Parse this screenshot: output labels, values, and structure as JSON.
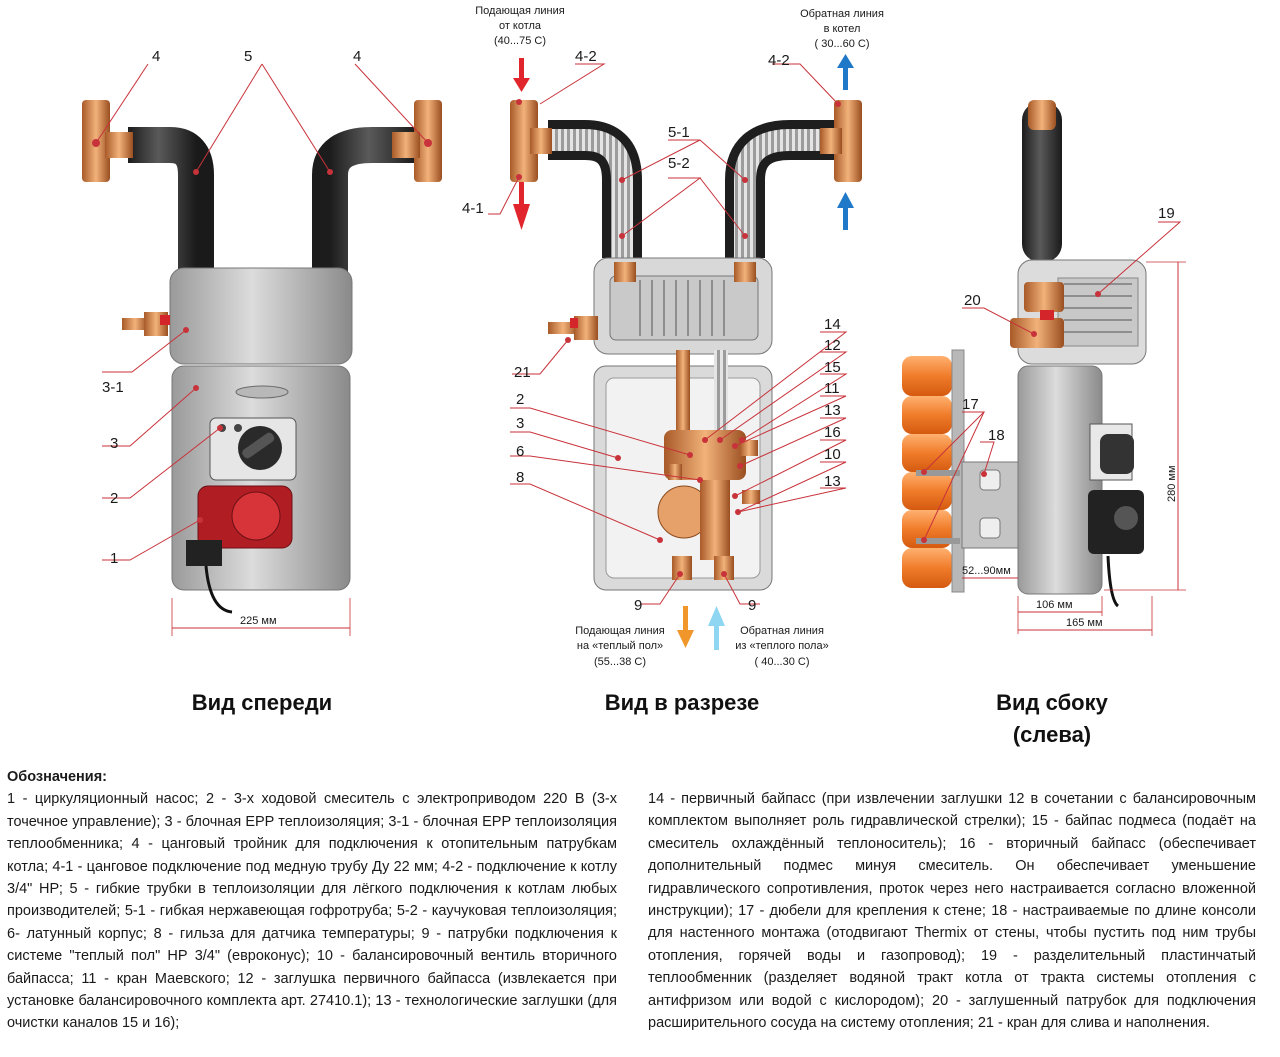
{
  "views": {
    "front": "Вид спереди",
    "section": "Вид в разрезе",
    "side_line1": "Вид сбоку",
    "side_line2": "(слева)"
  },
  "flow": {
    "supply_from_boiler": [
      "Подающая линия",
      "от котла",
      "(40...75 С)"
    ],
    "return_to_boiler": [
      "Обратная линия",
      "в котел",
      "( 30...60 С)"
    ],
    "supply_floor": [
      "Подающая линия",
      "на «теплый пол»",
      "(55...38 С)"
    ],
    "return_floor": [
      "Обратная линия",
      "из «теплого пола»",
      "( 40...30 С)"
    ]
  },
  "dimensions": {
    "front_width": "225 мм",
    "height": "280 мм",
    "console": "52...90мм",
    "depth_body": "106 мм",
    "depth_total": "165 мм"
  },
  "colors": {
    "hot_arrow": "#e0262c",
    "cold_arrow": "#1f78c8",
    "floor_supply_arrow": "#f0962a",
    "floor_return_arrow": "#8fd6f2",
    "callout_line": "#c8323a"
  },
  "callouts": {
    "front": [
      "4",
      "5",
      "4",
      "3-1",
      "3",
      "2",
      "1"
    ],
    "section": [
      "4-2",
      "5-1",
      "5-2",
      "4-1",
      "21",
      "2",
      "3",
      "6",
      "8",
      "14",
      "12",
      "15",
      "11",
      "13",
      "16",
      "10",
      "13",
      "9",
      "9",
      "4-2"
    ],
    "side": [
      "19",
      "20",
      "17",
      "18"
    ]
  },
  "legend": {
    "title": "Обозначения:",
    "left": "1 - циркуляционный насос; 2 - 3-х ходовой смеситель с электроприводом 220 В (3-х точечное управление); 3 - блочная EPP теплоизоляция; 3-1 - блочная EPP теплоизоляция теплообменника; 4 - цанговый тройник для подключения к отопительным патрубкам котла; 4-1 - цанговое подключение под медную трубу Ду 22 мм; 4-2 - подключение к котлу 3/4\" НР; 5 - гибкие трубки в теплоизоляции для лёгкого подключения к котлам любых производителей; 5-1 - гибкая нержавеющая гофротруба; 5-2 - каучуковая теплоизоляция; 6- латунный корпус; 8 - гильза для датчика температуры; 9 - патрубки подключения к системе \"теплый пол\" НР 3/4\" (евроконус); 10 - балансировочный вентиль вторичного байпасса; 11 - кран Маевского; 12 - заглушка первичного байпасса (извлекается при установке балансировочного комплекта арт. 27410.1); 13 - технологические заглушки (для очистки каналов 15 и 16);",
    "right": "14 - первичный байпасс (при извлечении заглушки 12 в сочетании с балансировочным комплектом выполняет роль гидравлической стрелки); 15 - байпас подмеса (подаёт на смеситель охлаждённый теплоноситель); 16 - вторичный байпасс (обеспечивает дополнительный подмес минуя смеситель. Он обеспечивает уменьшение гидравлического сопротивления, проток через него настраивается согласно вложенной инструкции); 17 - дюбели для крепления к стене; 18 - настраиваемые по длине консоли для настенного монтажа (отодвигают Thermix от стены, чтобы пустить под ним трубы отопления, горячей воды и газопровод); 19 - разделительный пластинчатый теплообменник (разделяет водяной тракт котла от тракта системы отопления с антифризом или водой с кислородом); 20 - заглушенный патрубок для подключения расширительного сосуда на систему отопления; 21 - кран для слива и наполнения."
  }
}
